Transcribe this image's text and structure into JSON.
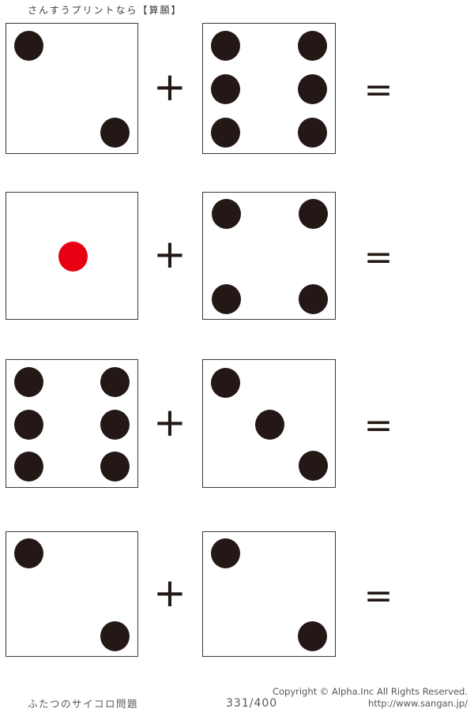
{
  "header": {
    "title": "さんすうプリントなら【算願】"
  },
  "colors": {
    "pip_black": "#231815",
    "pip_red": "#e60012",
    "die_border": "#3e3634",
    "text_gray": "#595757"
  },
  "problems": [
    {
      "left_value": 2,
      "left_pip_color": "black",
      "operator": "+",
      "right_value": 6,
      "right_pip_color": "black",
      "result": "="
    },
    {
      "left_value": 1,
      "left_pip_color": "red",
      "operator": "+",
      "right_value": 4,
      "right_pip_color": "black",
      "result": "="
    },
    {
      "left_value": 6,
      "left_pip_color": "black",
      "operator": "+",
      "right_value": 3,
      "right_pip_color": "black",
      "result": "="
    },
    {
      "left_value": 2,
      "left_pip_color": "black",
      "operator": "+",
      "right_value": 2,
      "right_pip_color": "black",
      "result": "="
    }
  ],
  "footer": {
    "worksheet_title": "ふたつのサイコロ問題",
    "page_number": "331/400",
    "copyright_line1": "Copyright ©  Alpha.Inc All Rights Reserved.",
    "copyright_line2": "http://www.sangan.jp/"
  }
}
